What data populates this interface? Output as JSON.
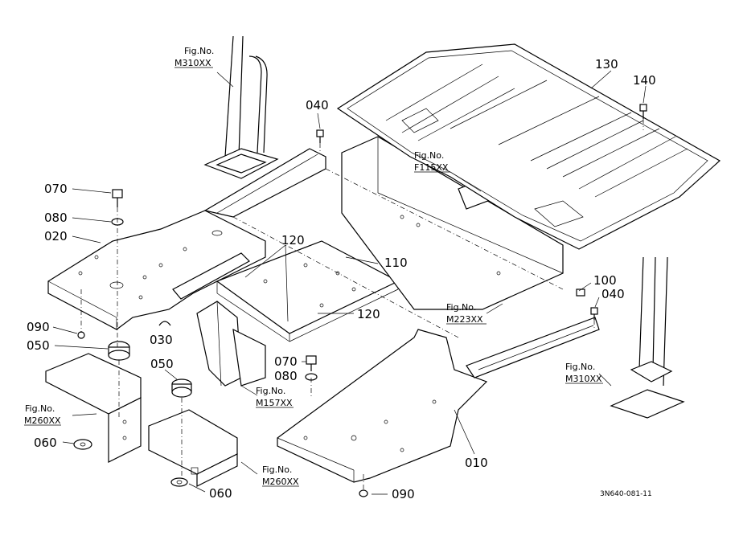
{
  "parts": {
    "p010": "010",
    "p020": "020",
    "p030": "030",
    "p040a": "040",
    "p040b": "040",
    "p050a": "050",
    "p050b": "050",
    "p060a": "060",
    "p060b": "060",
    "p070a": "070",
    "p070b": "070",
    "p080a": "080",
    "p080b": "080",
    "p090a": "090",
    "p090b": "090",
    "p100": "100",
    "p110": "110",
    "p120a": "120",
    "p120b": "120",
    "p130": "130",
    "p140": "140"
  },
  "fig_refs": {
    "label": "Fig.No.",
    "m310_top": "M310XX",
    "f115": "F115XX",
    "m223": "M223XX",
    "m310_right": "M310XX",
    "m157": "M157XX",
    "m260_left": "M260XX",
    "m260_bottom": "M260XX"
  },
  "drawing_code": "3N640-081-11"
}
